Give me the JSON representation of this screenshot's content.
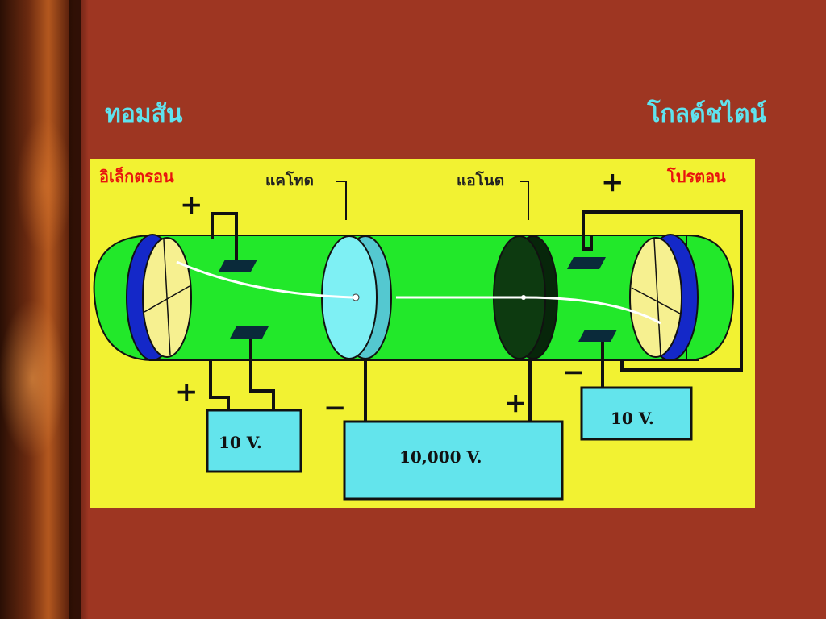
{
  "slide": {
    "title_left": "ทอมสัน",
    "title_right": "โกลด์ชไตน์"
  },
  "diagram": {
    "label_electron": "อิเล็กตรอน",
    "label_proton": "โปรตอน",
    "label_cathode": "แคโทด",
    "label_anode": "แอโนด",
    "box_left": "10 V.",
    "box_center": "10,000 V.",
    "box_right": "10 V.",
    "plus": "+",
    "minus": "−"
  },
  "colors": {
    "background": "#9e3622",
    "panel": "#f2f232",
    "tube": "#22e82a",
    "screen_blue": "#1428c8",
    "screen_face": "#f6f090",
    "cathode": "#7ef0f4",
    "anode": "#0d3a10",
    "box": "#63e4ec",
    "title": "#5fe3ee",
    "label_red": "#e8140e"
  }
}
